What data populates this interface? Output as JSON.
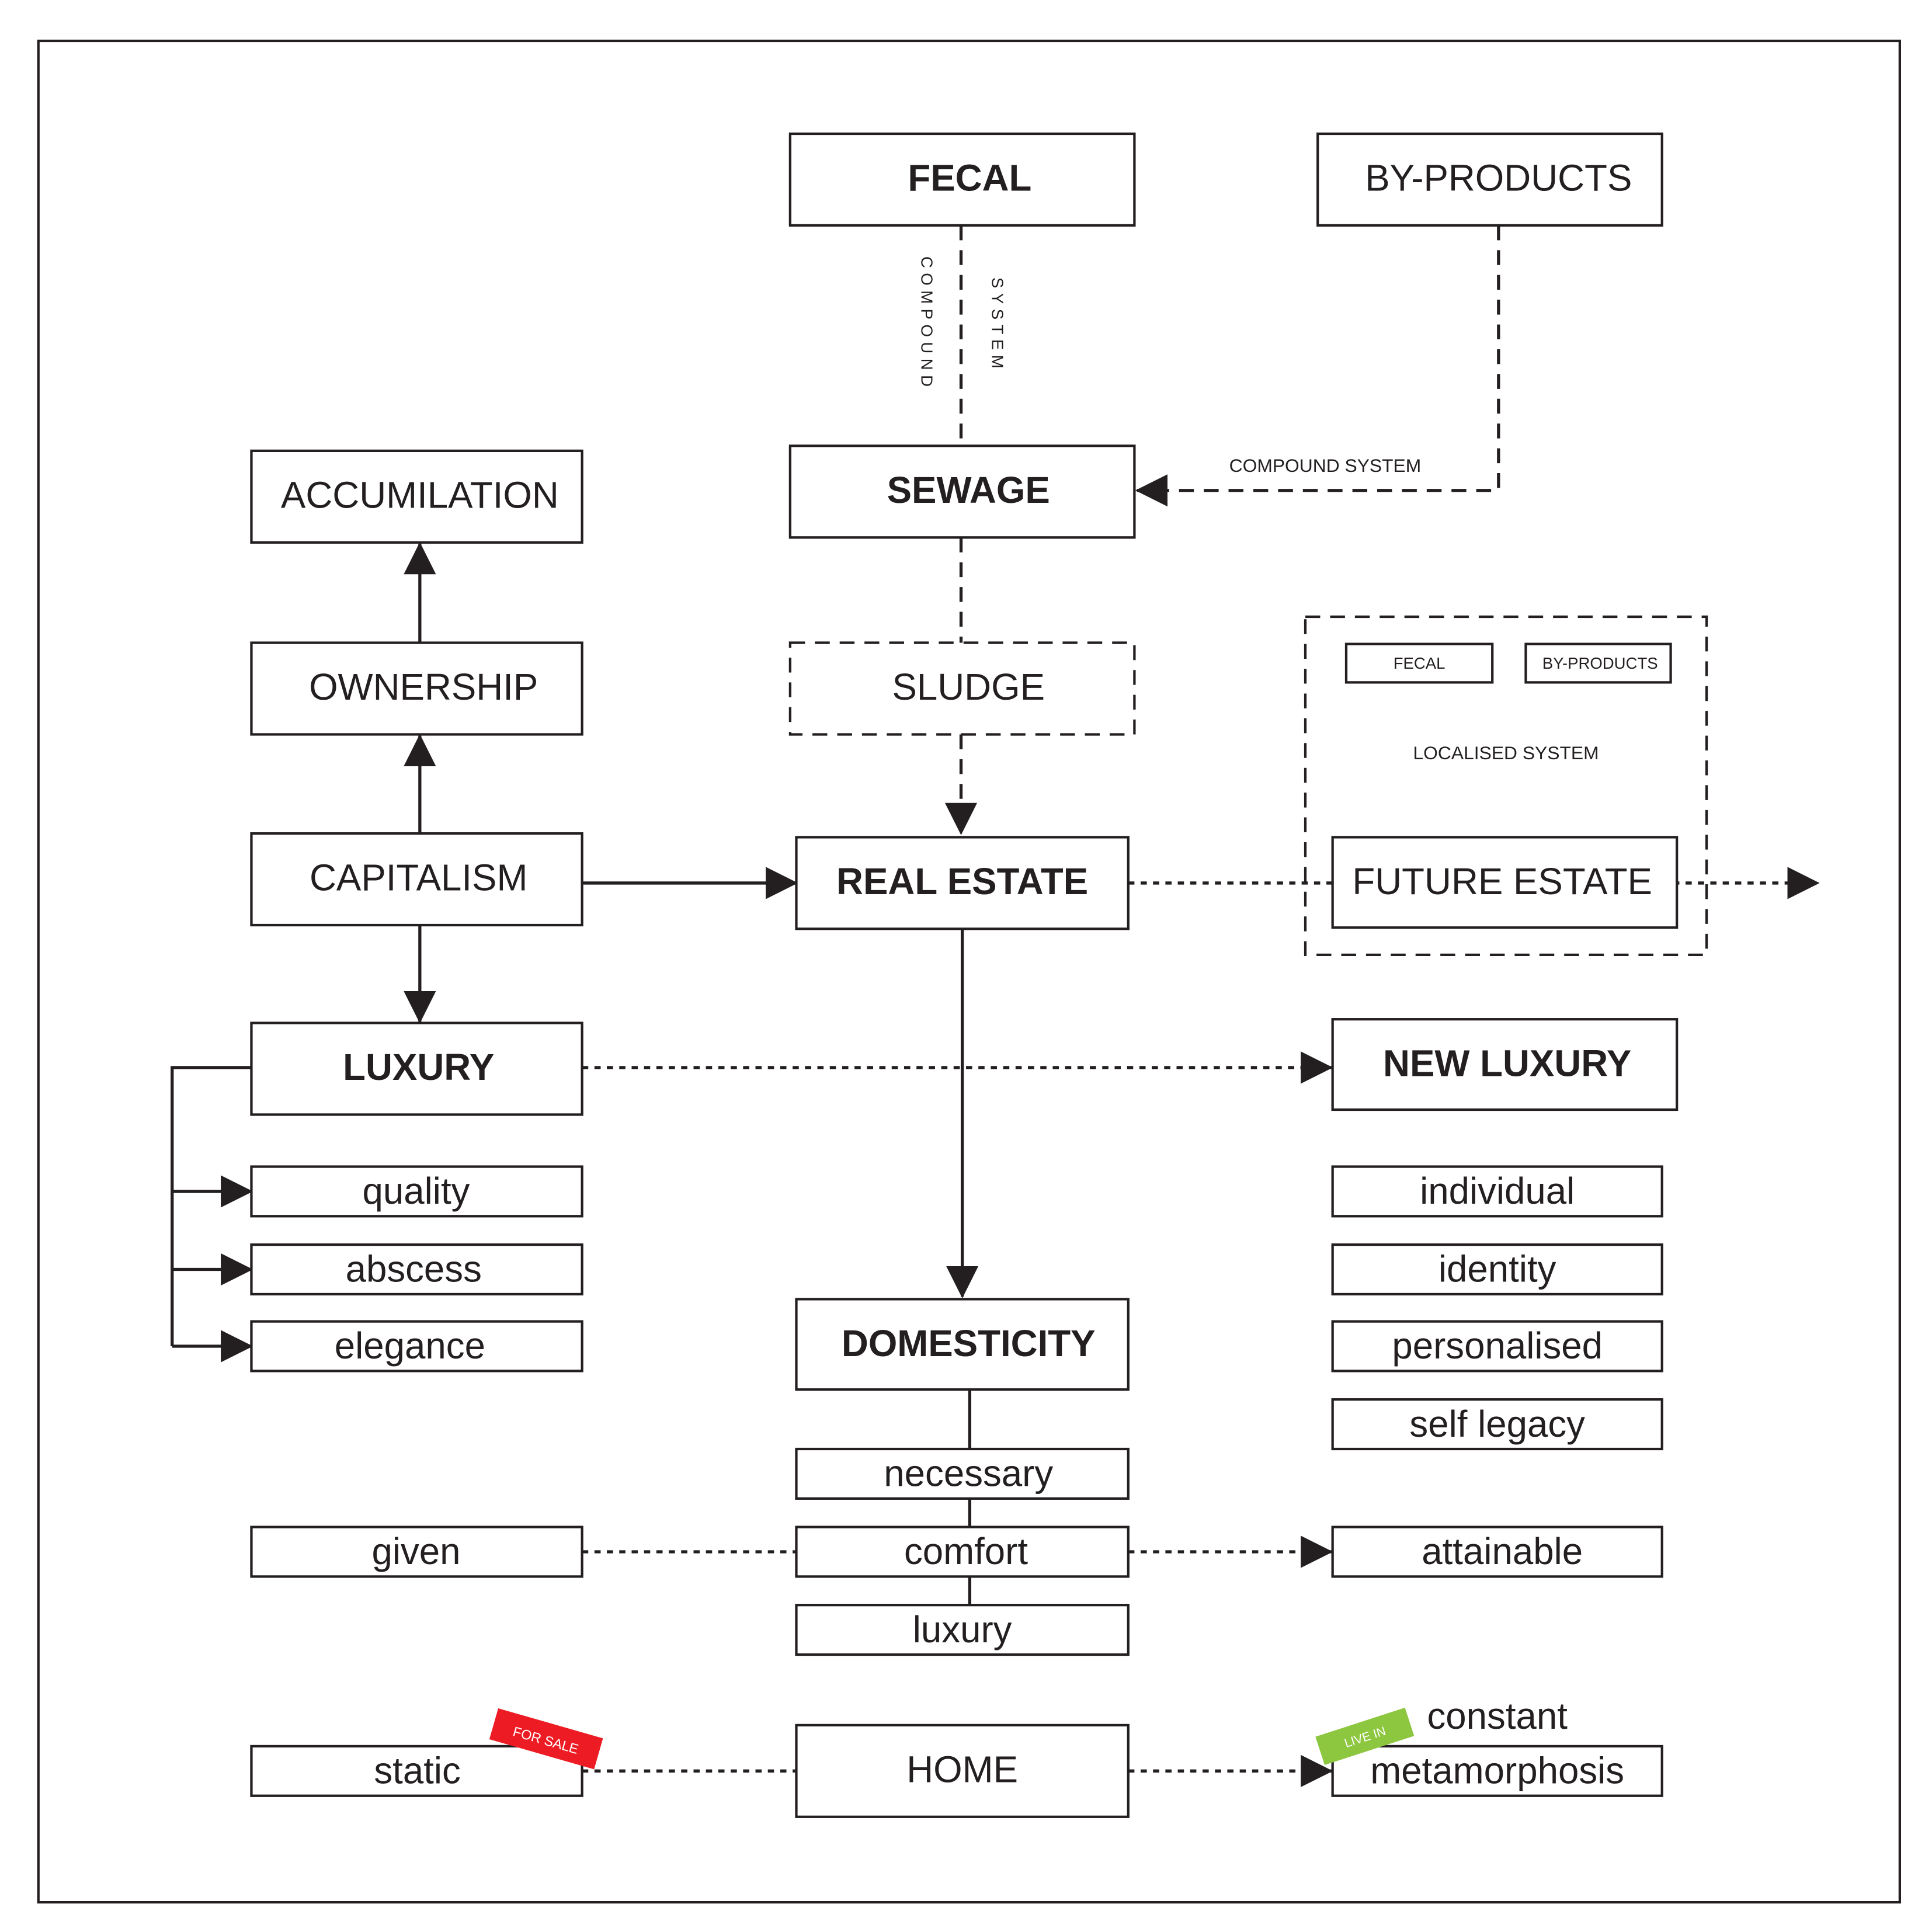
{
  "colors": {
    "ink": "#231f20",
    "for_sale_tag": "#ed1c24",
    "live_in_tag": "#8dc63f"
  },
  "nodes": {
    "fecal": "FECAL",
    "by_products": "BY-PRODUCTS",
    "sewage": "SEWAGE",
    "sludge": "SLUDGE",
    "real_estate": "REAL ESTATE",
    "future_estate": "FUTURE ESTATE",
    "accumilation": "ACCUMILATION",
    "ownership": "OWNERSHIP",
    "capitalism": "CAPITALISM",
    "luxury": "LUXURY",
    "new_luxury": "NEW LUXURY",
    "domesticity": "DOMESTICITY",
    "home": "HOME"
  },
  "luxury_traits": [
    "quality",
    "abscess",
    "elegance"
  ],
  "new_luxury_traits": [
    "individual",
    "identity",
    "personalised",
    "self legacy"
  ],
  "domesticity_levels": [
    "necessary",
    "comfort",
    "luxury"
  ],
  "side_states": {
    "given": "given",
    "attainable": "attainable",
    "static": "static",
    "constant": "constant",
    "metamorphosis": "metamorphosis"
  },
  "labels": {
    "compound_vertical_left": "COMPOUND",
    "compound_vertical_right": "SYSTEM",
    "compound_system": "COMPOUND SYSTEM",
    "localised_system": "LOCALISED SYSTEM",
    "mini_fecal": "FECAL",
    "mini_by_products": "BY-PRODUCTS"
  },
  "tags": {
    "for_sale": "FOR SALE",
    "live_in": "LIVE IN"
  }
}
